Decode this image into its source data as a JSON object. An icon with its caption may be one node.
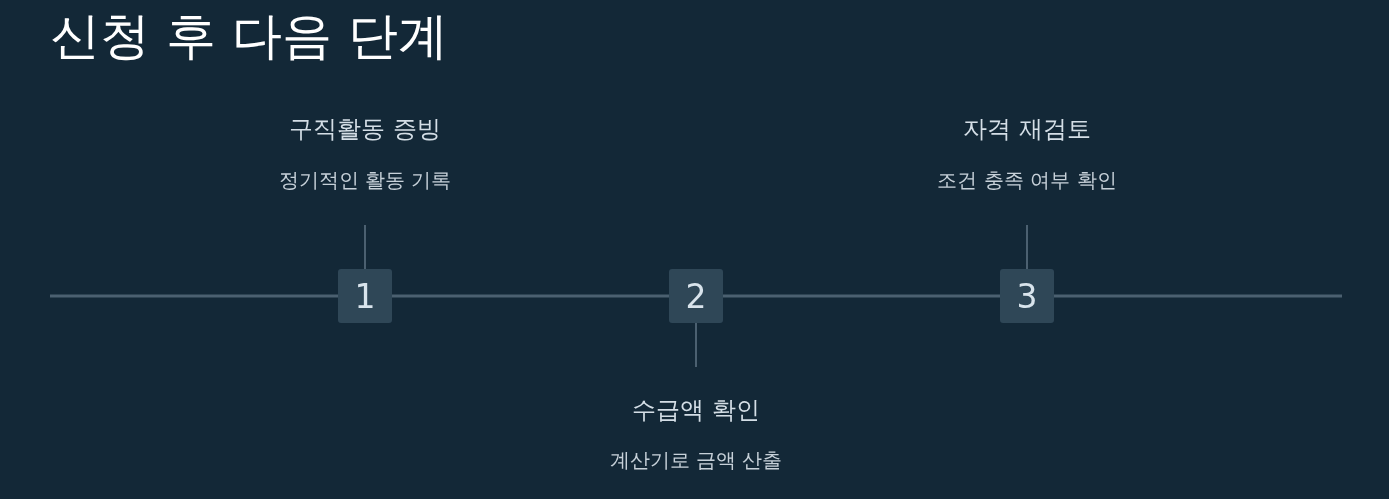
{
  "diagram": {
    "title": "신청 후 다음 단계",
    "nodes": [
      {
        "text": [
          "1"
        ]
      },
      {
        "text": [
          "구직활동 증빙",
          "정기적인 활동 기록"
        ]
      },
      {
        "text": [
          "2"
        ]
      },
      {
        "text": [
          "수급액 확인",
          "계산기로 금액 산출"
        ]
      },
      {
        "text": [
          "3"
        ]
      },
      {
        "text": [
          "자격 재검토",
          "조건 충족 여부 확인"
        ]
      }
    ],
    "edges": [
      {
        "from": null,
        "to": 0,
        "arrow": "none"
      },
      {
        "from": 0,
        "to": 2,
        "arrow": "none"
      },
      {
        "from": 2,
        "to": 4,
        "arrow": "none"
      },
      {
        "from": 4,
        "to": null,
        "arrow": "none"
      },
      {
        "from": 1,
        "to": 0,
        "arrow": "none"
      },
      {
        "from": 3,
        "to": 2,
        "arrow": "none"
      },
      {
        "from": 5,
        "to": 4,
        "arrow": "none"
      }
    ]
  }
}
